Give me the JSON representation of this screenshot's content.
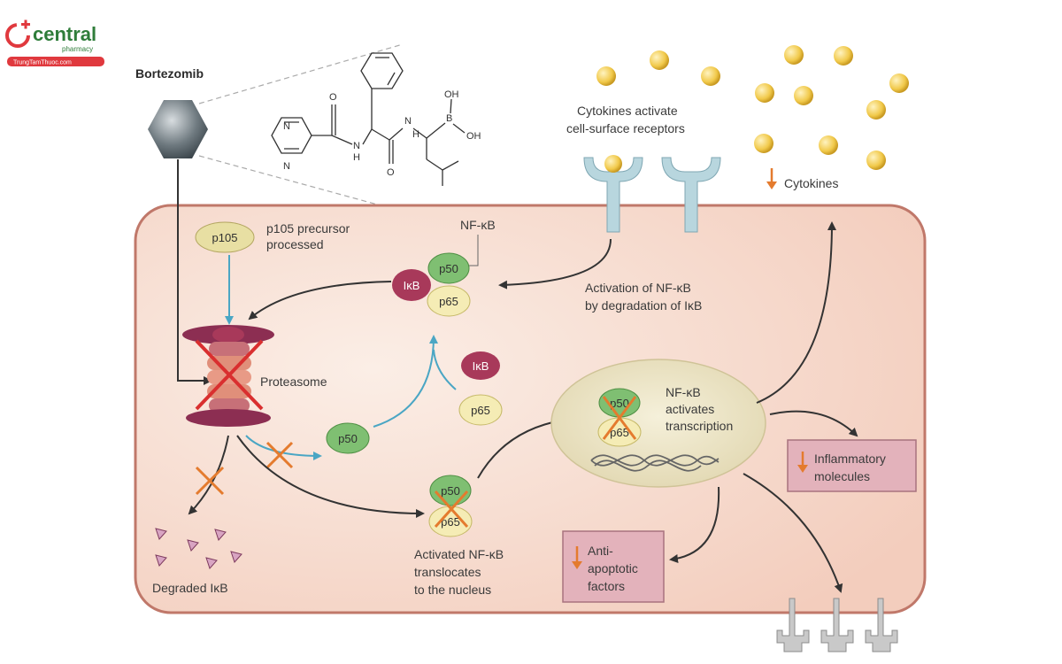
{
  "logo": {
    "name": "central",
    "subtitle": "pharmacy",
    "url": "TrungTamThuoc.com"
  },
  "drug": {
    "name": "Bortezomib"
  },
  "chem_atoms": {
    "N1": "N",
    "N2": "N",
    "O1": "O",
    "O2": "O",
    "NH1": "N",
    "H1": "H",
    "NH2": "N",
    "H2": "H",
    "B": "B",
    "OH1": "OH",
    "OH2": "OH"
  },
  "proteins": {
    "p105": "p105",
    "ikb": "IκB",
    "p50": "p50",
    "p65": "p65"
  },
  "labels": {
    "p105_caption_1": "p105 precursor",
    "p105_caption_2": "processed",
    "nfkb_top": "NF-κB",
    "activation_1": "Activation of NF-κB",
    "activation_2": "by degradation of IκB",
    "proteasome": "Proteasome",
    "cytokines_activate_1": "Cytokines activate",
    "cytokines_activate_2": "cell-surface receptors",
    "cytokines_down": "Cytokines",
    "degraded": "Degraded IκB",
    "translocate_1": "Activated NF-κB",
    "translocate_2": "translocates",
    "translocate_3": "to the nucleus",
    "nucleus_1": "NF-κB",
    "nucleus_2": "activates",
    "nucleus_3": "transcription",
    "inflammatory_1": "Inflammatory",
    "inflammatory_2": "molecules",
    "anti_1": "Anti-",
    "anti_2": "apoptotic",
    "anti_3": "factors"
  },
  "colors": {
    "cell_fill": "#f6d9cc",
    "cell_stroke": "#c0786a",
    "nucleus_fill": "#ede6c8",
    "p50": "#7fbf72",
    "p65": "#f5ecb5",
    "ikb": "#a8395a",
    "p105": "#e8dfa3",
    "cytokine": "#f1c94a",
    "arrow_teal": "#4aa6c4",
    "arrow_dark": "#333333",
    "cross": "#e47b2e",
    "box_fill": "#e3b2bb",
    "receptor": "#b8d6de"
  }
}
